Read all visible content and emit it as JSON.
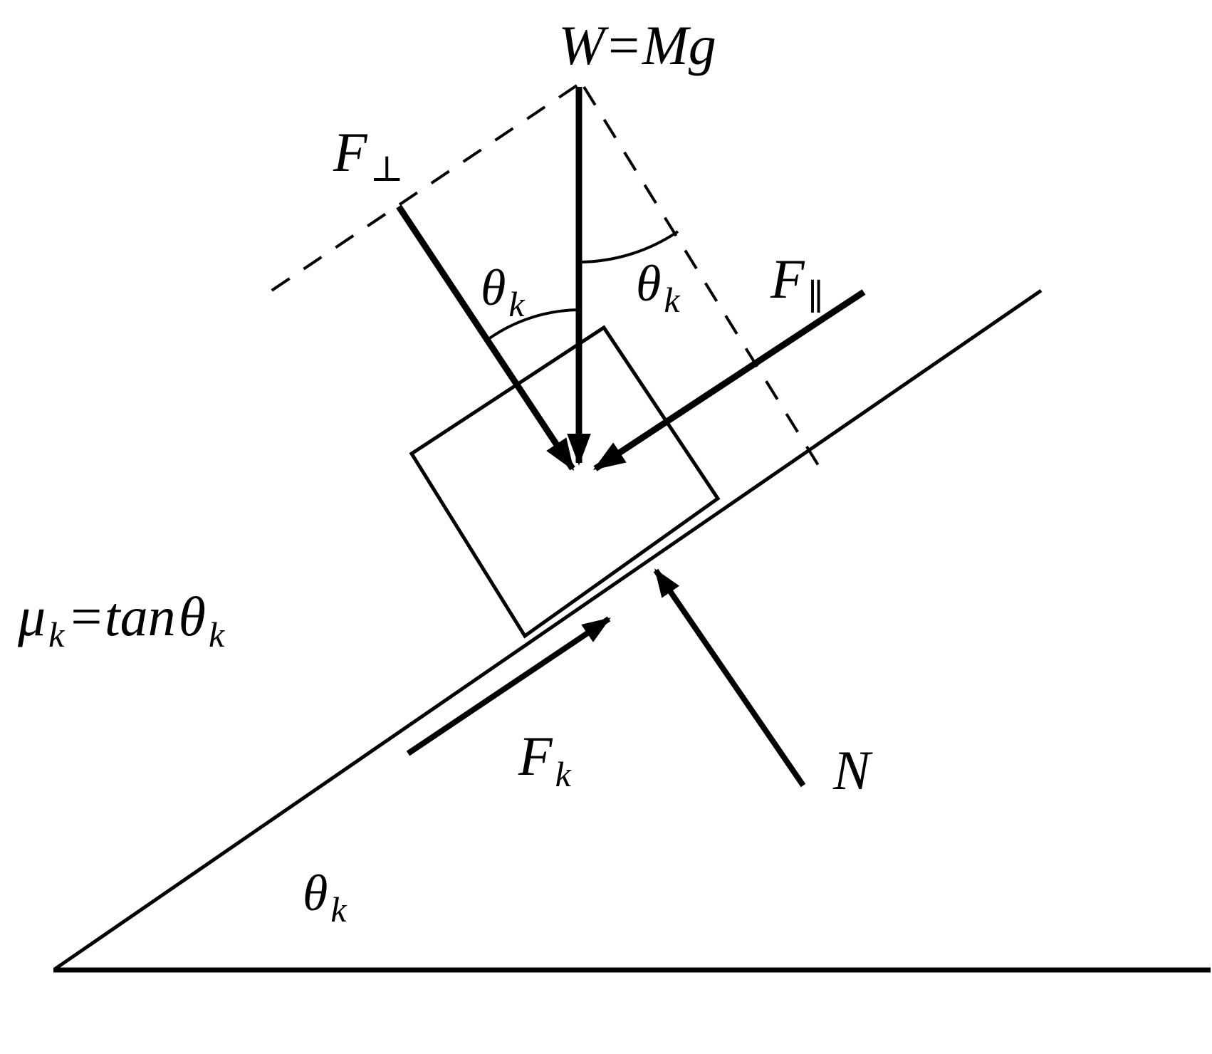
{
  "figure": {
    "background": "#ffffff",
    "ink_color": "#000000",
    "description_labels": {
      "weight": "W=Mg",
      "f_perp": {
        "main": "F",
        "sub": "⊥"
      },
      "f_par": {
        "main": "F",
        "sub": "∥"
      },
      "theta_left": {
        "main": "θ",
        "sub": "k"
      },
      "theta_right": {
        "main": "θ",
        "sub": "k"
      },
      "theta_incline": {
        "main": "θ",
        "sub": "k"
      },
      "friction": {
        "main": "F",
        "sub": "k"
      },
      "normal": "N",
      "mu_equation": {
        "mu": "μ",
        "mu_sub": "k",
        "equals_tan": "=tan",
        "theta": "θ",
        "theta_sub": "k"
      }
    }
  }
}
